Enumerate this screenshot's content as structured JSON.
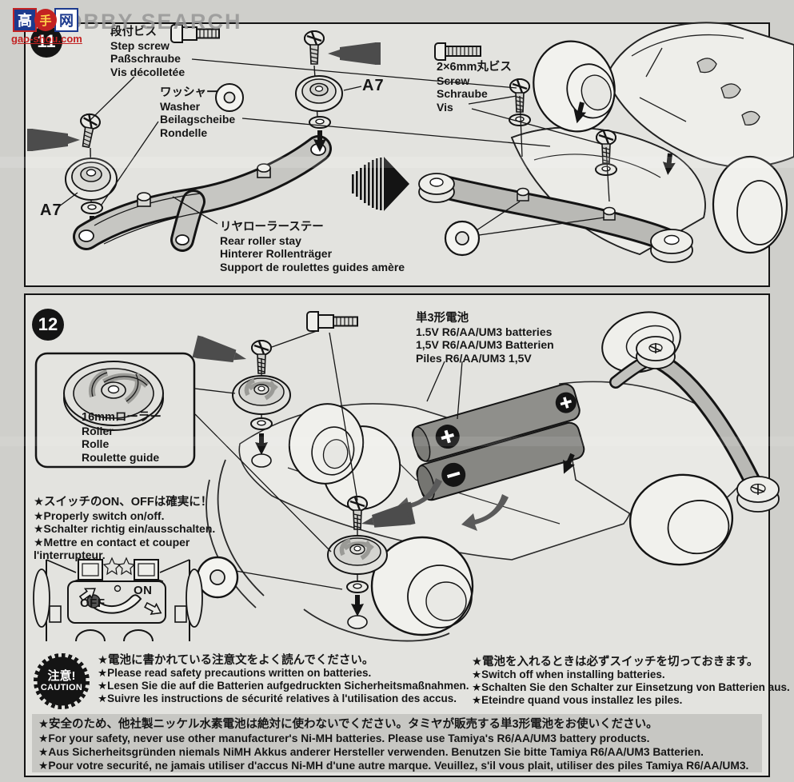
{
  "watermark": {
    "logo_char_left": "高",
    "logo_char_mid": "手",
    "logo_char_right": "网",
    "site_url": "gao-shou.com",
    "brand": "HOBBY SEARCH"
  },
  "step11": {
    "number": "11",
    "step_screw": {
      "jp": "段付ビス",
      "en": "Step screw",
      "de": "Paßschraube",
      "fr": "Vis décolletée"
    },
    "washer": {
      "jp": "ワッシャー",
      "en": "Washer",
      "de": "Beilagscheibe",
      "fr": "Rondelle"
    },
    "a7_label": "A7",
    "roller_stay": {
      "jp": "リヤローラーステー",
      "en": "Rear roller stay",
      "de": "Hinterer Rollenträger",
      "fr": "Support de roulettes guides amère"
    },
    "round_screw": {
      "jp": "2×6mm丸ビス",
      "en": "Screw",
      "de": "Schraube",
      "fr": "Vis"
    }
  },
  "step12": {
    "number": "12",
    "batteries": {
      "jp": "単3形電池",
      "en": "1.5V R6/AA/UM3 batteries",
      "de": "1,5V R6/AA/UM3 Batterien",
      "fr": "Piles R6/AA/UM3 1,5V"
    },
    "roller_16mm": {
      "jp": "16mmローラー",
      "en": "Roller",
      "de": "Rolle",
      "fr": "Roulette guide"
    },
    "switch_note": {
      "jp": "★スイッチのON、OFFは確実に！",
      "en": "★Properly switch on/off.",
      "de": "★Schalter richtig ein/ausschalten.",
      "fr_line1": "★Mettre en contact et couper",
      "fr_line2": "l'interrupteur."
    },
    "switch_labels": {
      "on": "ON",
      "off": "OFF"
    },
    "caution_badge": {
      "jp": "注意!",
      "en": "CAUTION"
    },
    "battery_caution_left": [
      "★電池に書かれている注意文をよく読んでください。",
      "★Please read safety precautions written on batteries.",
      "★Lesen Sie die auf die Batterien aufgedruckten Sicherheitsmaßnahmen.",
      "★Suivre les instructions de sécurité relatives à l'utilisation des accus."
    ],
    "battery_caution_right": [
      "★電池を入れるときは必ずスイッチを切っておきます。",
      "★Switch off when installing batteries.",
      "★Schalten Sie den Schalter zur Einsetzung von Batterien aus.",
      "★Eteindre quand vous installez les piles."
    ],
    "nimh_warning": [
      "★安全のため、他社製ニッケル水素電池は絶対に使わないでください。タミヤが販売する単3形電池をお使いください。",
      "★For your safety, never use other manufacturer's Ni-MH batteries. Please use Tamiya's R6/AA/UM3 battery products.",
      "★Aus Sicherheitsgründen niemals NiMH Akkus anderer Hersteller verwenden. Benutzen Sie bitte Tamiya R6/AA/UM3 Batterien.",
      "★Pour votre securité, ne jamais utiliser d'accus Ni-MH d'une autre marque. Veuillez, s'il vous plait, utiliser des piles Tamiya R6/AA/UM3."
    ]
  },
  "colors": {
    "page_bg": "#cfcfcb",
    "panel_bg": "#e3e3df",
    "ink": "#161616",
    "warning_bg": "#c7c7c3",
    "battery_gray": "#8f8f8b",
    "watermark_red": "#c32222",
    "watermark_blue": "#1c3a8e"
  }
}
